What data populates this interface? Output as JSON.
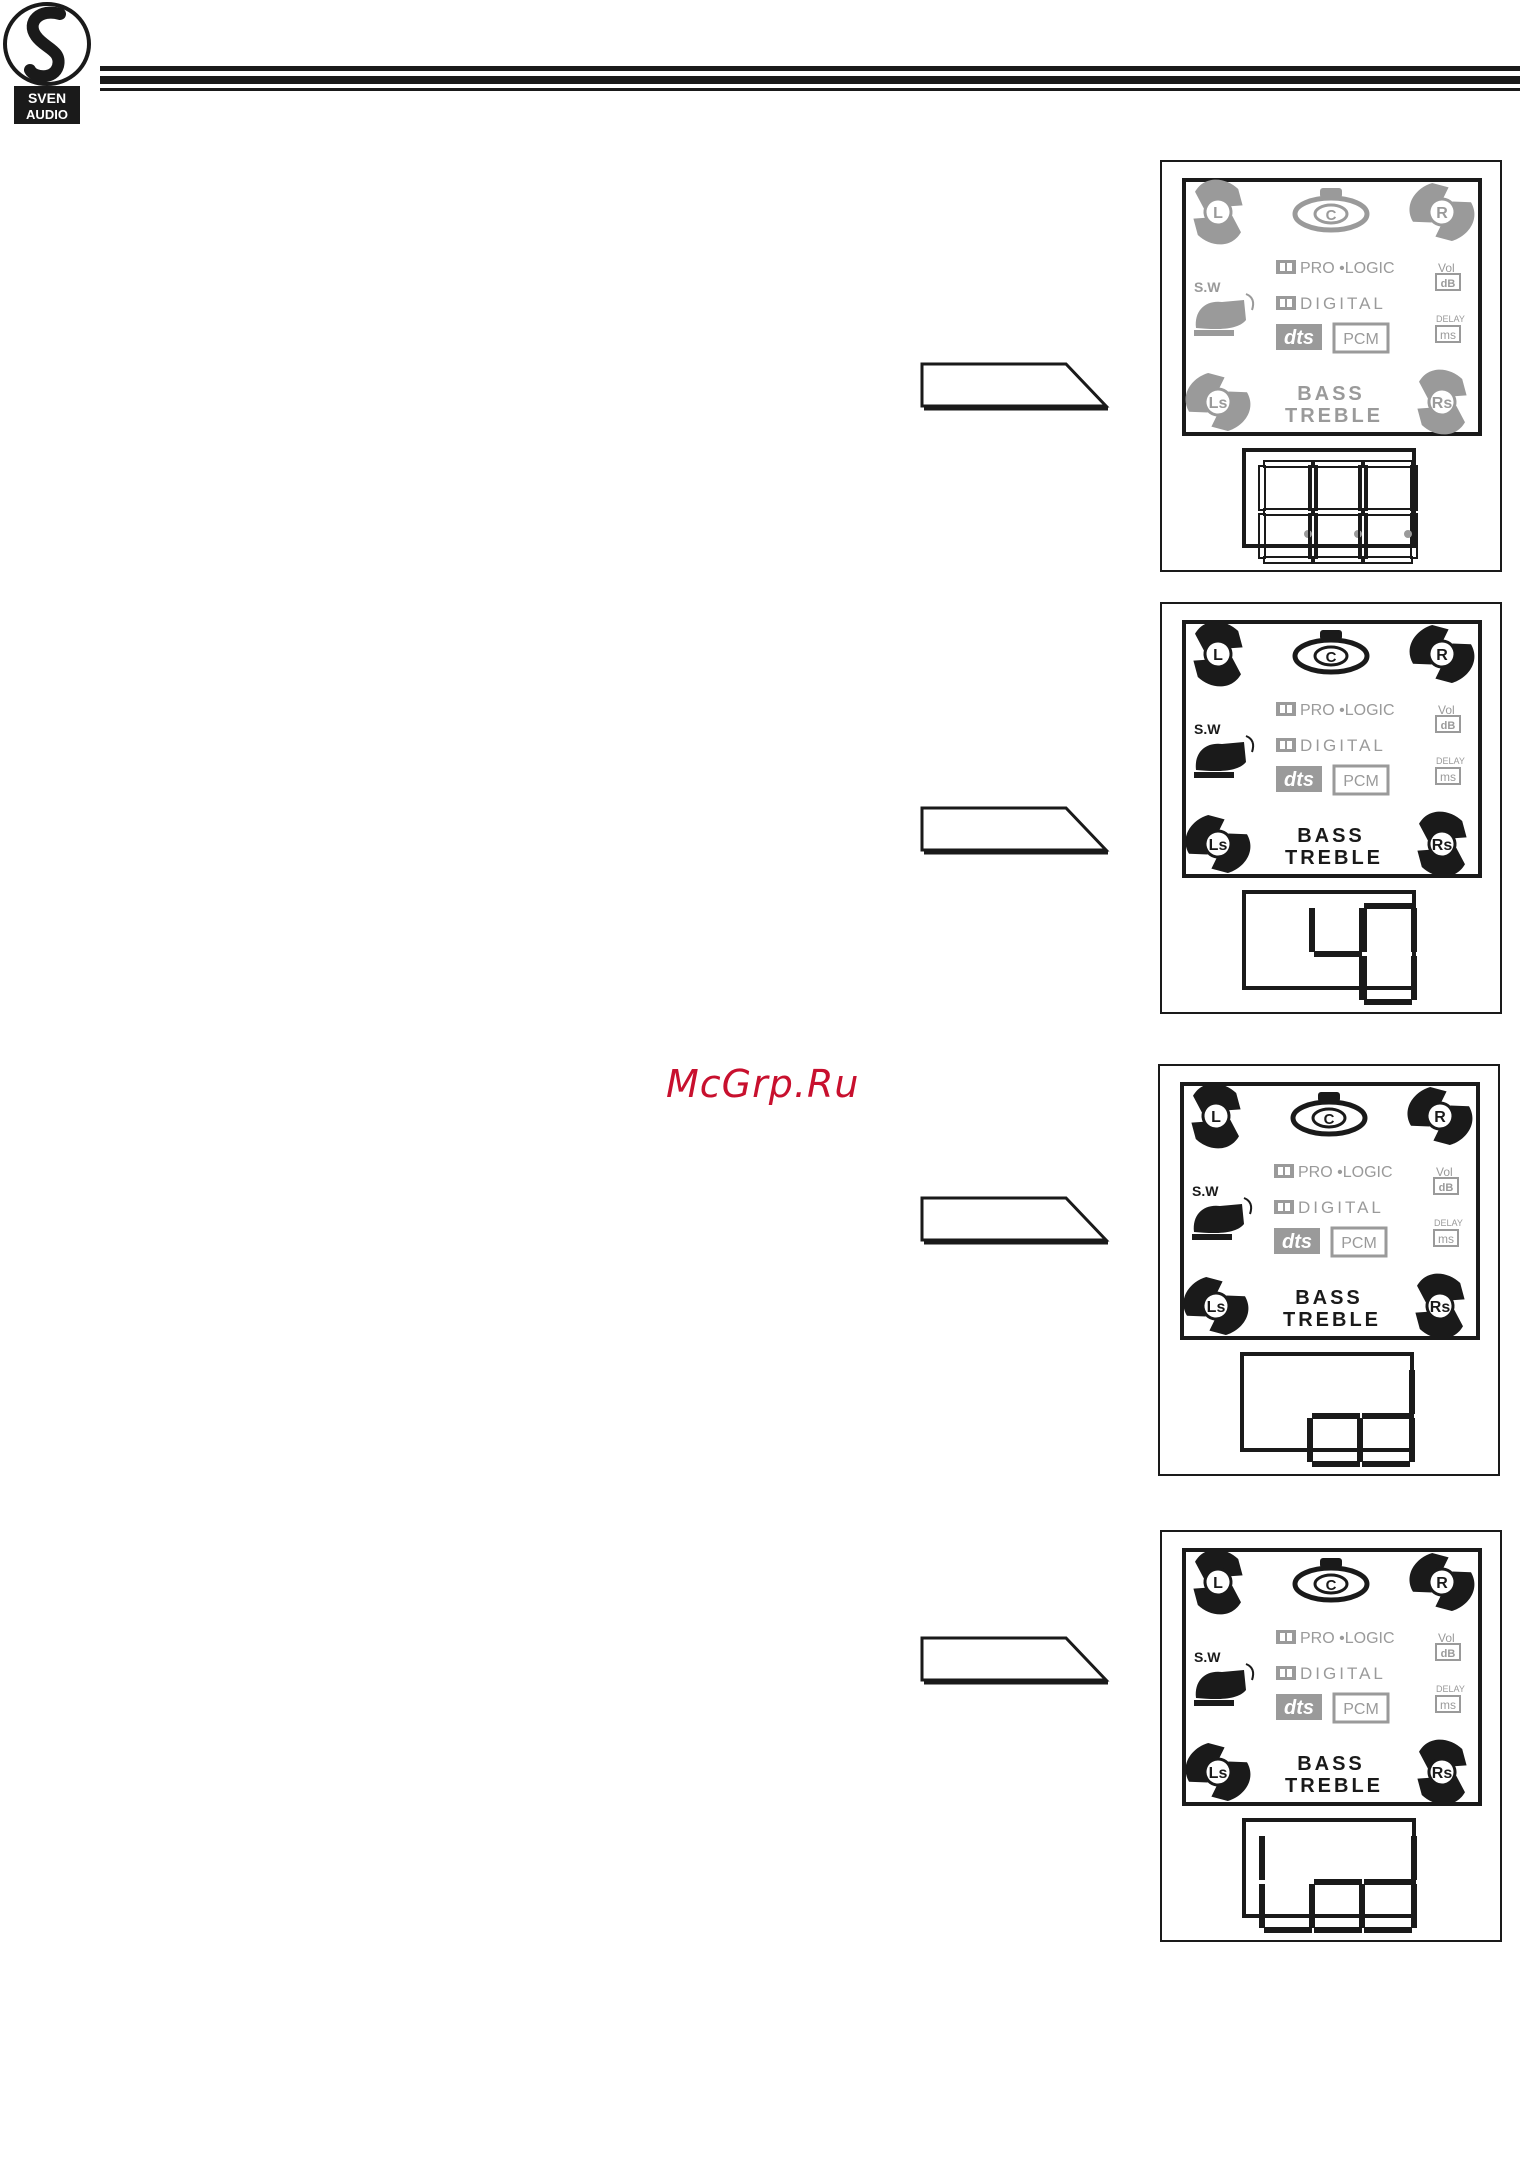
{
  "brand": {
    "line1": "SVEN",
    "line2": "AUDIO"
  },
  "watermark": "McGrp.Ru",
  "display_labels": {
    "center": "C",
    "left": "L",
    "right": "R",
    "left_surround": "Ls",
    "right_surround": "Rs",
    "subwoofer": "S.W",
    "pro_logic": "PRO",
    "logic": "LOGIC",
    "digital": "DIGITAL",
    "dts": "dts",
    "pcm": "PCM",
    "vol": "Vol",
    "db": "dB",
    "delay": "DELAY",
    "ms": "ms",
    "bass": "BASS",
    "treble": "TREBLE"
  },
  "colors": {
    "ink": "#1a1a1a",
    "dim": "#9a9a9a",
    "brand_red": "#c8102e"
  },
  "panels": [
    {
      "id": "all-segments",
      "digits": "888",
      "speakers_lit": false,
      "sub_lit": false,
      "bass_treble_lit": false
    },
    {
      "id": "volume-40",
      "digits": "40",
      "speakers_lit": true,
      "sub_lit": true,
      "bass_treble_lit": true
    },
    {
      "id": "input-cd",
      "digits": "cd",
      "speakers_lit": true,
      "sub_lit": true,
      "bass_treble_lit": true
    },
    {
      "id": "input-lcd",
      "digits": "Lcd",
      "speakers_lit": true,
      "sub_lit": true,
      "bass_treble_lit": true
    }
  ]
}
